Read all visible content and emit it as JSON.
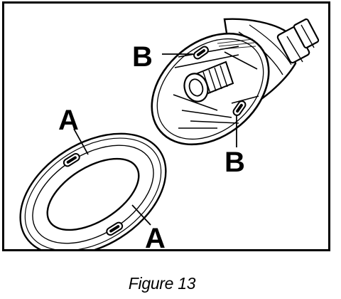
{
  "figure": {
    "caption": "Figure 13",
    "callouts": {
      "a_top": "A",
      "a_bottom": "A",
      "b_top": "B",
      "b_bottom": "B"
    }
  }
}
